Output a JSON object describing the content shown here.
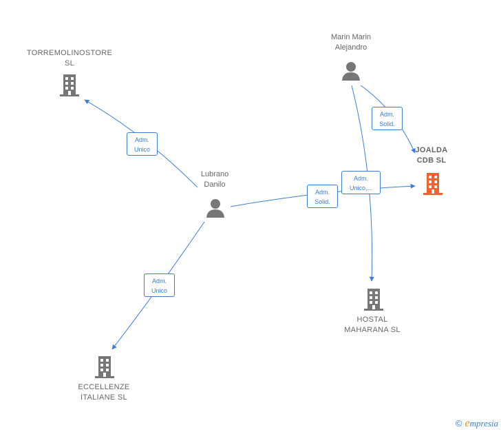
{
  "nodes": {
    "torremolinostore": {
      "line1": "TORREMOLINOSTORE",
      "line2": "SL",
      "icon": "building-icon",
      "color": "#777777"
    },
    "marin": {
      "line1": "Marin Marin",
      "line2": "Alejandro",
      "icon": "person-icon",
      "color": "#777777"
    },
    "joalda": {
      "line1": "JOALDA",
      "line2": "CDB SL",
      "icon": "building-icon",
      "color": "#f2622e"
    },
    "lubrano": {
      "line1": "Lubrano",
      "line2": "Danilo",
      "icon": "person-icon",
      "color": "#777777"
    },
    "hostal": {
      "line1": "HOSTAL",
      "line2": "MAHARANA SL",
      "icon": "building-icon",
      "color": "#777777"
    },
    "eccellenze": {
      "line1": "ECCELLENZE",
      "line2": "ITALIANE SL",
      "icon": "building-icon",
      "color": "#777777"
    }
  },
  "edges": {
    "lubrano_torremolinostore": {
      "line1": "Adm.",
      "line2": "Unico"
    },
    "marin_joalda": {
      "line1": "Adm.",
      "line2": "Solid."
    },
    "marin_hostal": {
      "line1": "Adm.",
      "line2": "Unico,..."
    },
    "lubrano_joalda": {
      "line1": "Adm.",
      "line2": "Solid."
    },
    "lubrano_eccellenze": {
      "line1": "Adm.",
      "line2": "Unico"
    }
  },
  "colors": {
    "edge": "#3a7fd5",
    "node": "#777777",
    "focus": "#f2622e"
  },
  "footer": {
    "symbol": "©",
    "brand_initial": "e",
    "brand_rest": "mpresia"
  }
}
